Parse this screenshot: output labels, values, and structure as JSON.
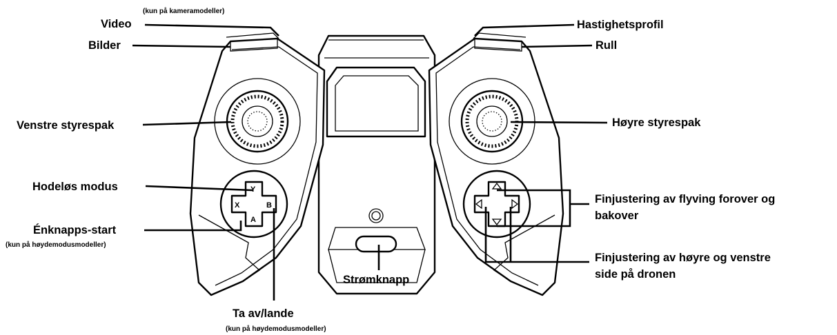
{
  "labels": {
    "video": "Video",
    "video_note": "(kun på kameramodeller)",
    "pictures": "Bilder",
    "left_stick": "Venstre styrespak",
    "headless": "Hodeløs modus",
    "one_key_start": "Énknapps-start",
    "one_key_note": "(kun på høydemodusmodeller)",
    "takeoff_land": "Ta av/lande",
    "takeoff_note": "(kun på høydemodusmodeller)",
    "power": "Strømknapp",
    "speed_profile": "Hastighetsprofil",
    "roll": "Rull",
    "right_stick": "Høyre styrespak",
    "trim_fwd_1": "Finjustering av flyving forover og",
    "trim_fwd_2": "bakover",
    "trim_side_1": "Finjustering av høyre og venstre",
    "trim_side_2": "side på dronen"
  },
  "buttons": {
    "y": "Y",
    "x": "X",
    "a": "A",
    "b": "B"
  }
}
